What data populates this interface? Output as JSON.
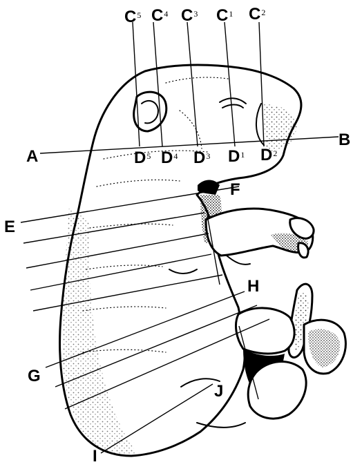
{
  "labels": {
    "A": "A",
    "B": "B",
    "C1": "C",
    "C1_sub": "1",
    "C2": "C",
    "C2_sub": "2",
    "C3": "C",
    "C3_sub": "3",
    "C4": "C",
    "C4_sub": "4",
    "C5": "C",
    "C5_sub": "5",
    "D1": "D",
    "D1_sub": "1",
    "D2": "D",
    "D2_sub": "2",
    "D3": "D",
    "D3_sub": "3",
    "D4": "D",
    "D4_sub": "4",
    "D5": "D",
    "D5_sub": "5",
    "E": "E",
    "F": "F",
    "G": "G",
    "H": "H",
    "I": "I",
    "J": "J"
  }
}
